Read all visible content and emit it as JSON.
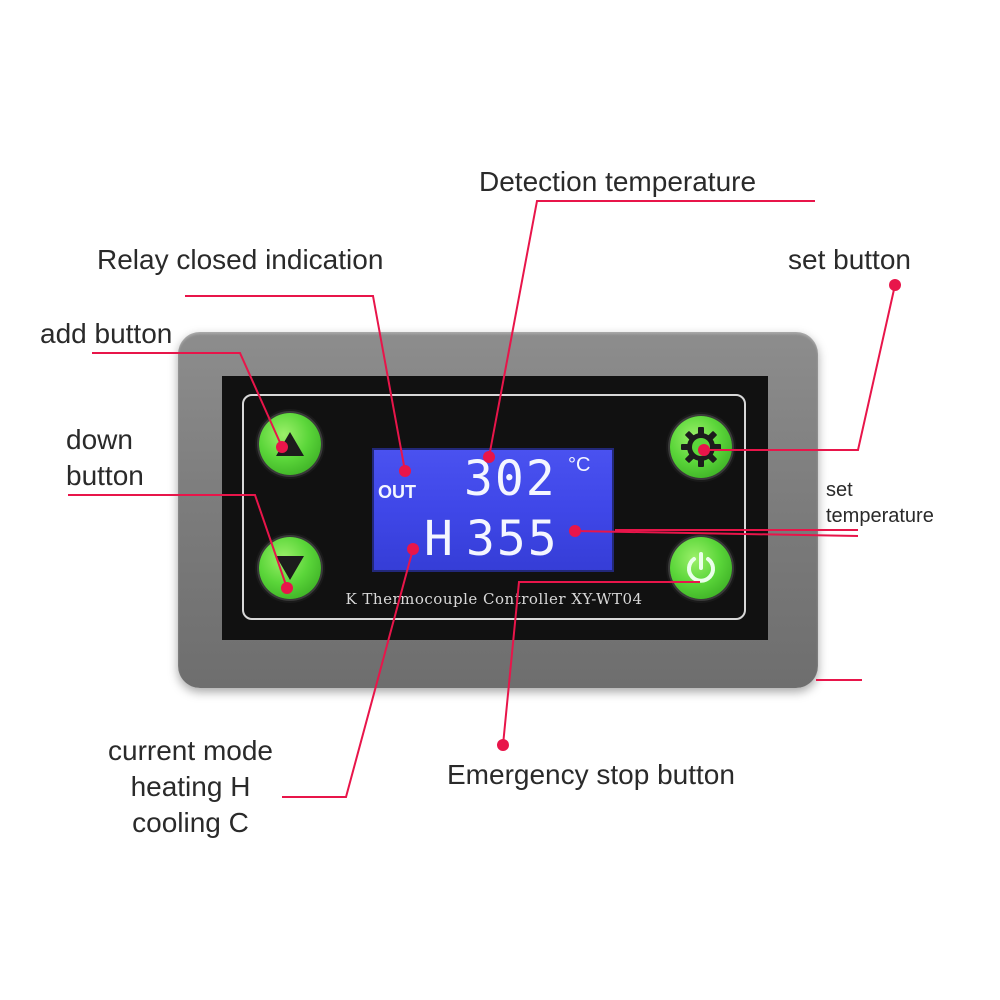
{
  "labels": {
    "detection_temperature": "Detection temperature",
    "relay_closed_indication": "Relay closed indication",
    "set_button": "set button",
    "add_button": "add button",
    "down_button_line1": "down",
    "down_button_line2": "button",
    "set_temperature_line1": "set",
    "set_temperature_line2": "temperature",
    "current_mode_line1": "current mode",
    "current_mode_line2": "heating H",
    "current_mode_line3": "cooling C",
    "emergency_stop_button": "Emergency stop button"
  },
  "display": {
    "out_indicator": "OUT",
    "detected_value": "302",
    "unit": "°C",
    "mode_letter": "H",
    "set_value": "355"
  },
  "device": {
    "name": "K Thermocouple Controller XY-WT04"
  },
  "icons": {
    "add": "triangle-up-icon",
    "down": "triangle-down-icon",
    "set": "gear-icon",
    "stop": "power-icon"
  },
  "colors": {
    "callout": "#e8154a",
    "lcd": "#3f47e8",
    "button": "#5bd63a",
    "case": "#7a7a7a"
  }
}
